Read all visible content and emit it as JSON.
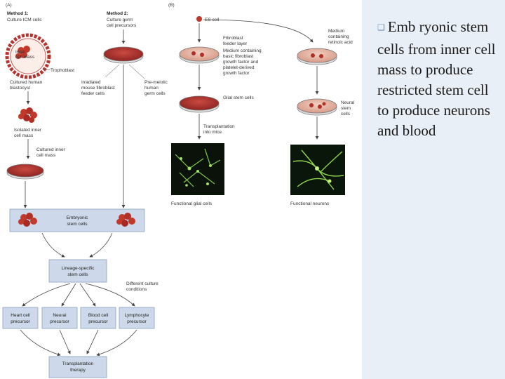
{
  "panels": {
    "a": "(A)",
    "b": "(B)"
  },
  "method1": {
    "title": "Method 1:",
    "sub": "Culture ICM cells"
  },
  "method2": {
    "title": "Method 2:",
    "sub1": "Culture germ",
    "sub2": "cell precursors"
  },
  "left_labels": {
    "inner_mass1": "Inner",
    "inner_mass2": "cell mass",
    "trophoblast": "Trophoblast",
    "cultured1": "Cultured human",
    "cultured2": "blastocyst",
    "isolated1": "Isolated inner",
    "isolated2": "cell mass",
    "cultured_inner1": "Cultured inner",
    "cultured_inner2": "cell mass",
    "irradiated1": "Irradiated",
    "irradiated2": "mouse fibroblast",
    "irradiated3": "feeder cells",
    "premeiotic1": "Pre-meiotic",
    "premeiotic2": "human",
    "premeiotic3": "germ cells"
  },
  "boxes": {
    "embryonic1": "Embryonic",
    "embryonic2": "stem cells",
    "lineage1": "Lineage-specific",
    "lineage2": "stem cells",
    "different1": "Different culture",
    "different2": "conditions",
    "heart1": "Heart cell",
    "heart2": "precursor",
    "neural1": "Neural",
    "neural2": "precursor",
    "blood1": "Blood cell",
    "blood2": "precursor",
    "lymph1": "Lymphocyte",
    "lymph2": "precursor",
    "transplant1": "Transplantation",
    "transplant2": "therapy"
  },
  "right_labels": {
    "es_cell": "ES cell",
    "fibroblast1": "Fibroblast",
    "fibroblast2": "feeder layer",
    "medium1": "Medium containing",
    "medium2": "basic fibroblast",
    "medium3": "growth factor and",
    "medium4": "platelet-derived",
    "medium5": "growth factor",
    "glial": "Glial stem cells",
    "transplantation1": "Transplantation",
    "transplantation2": "into mice",
    "medium_ra1": "Medium",
    "medium_ra2": "containing",
    "medium_ra3": "retinoic acid",
    "neural_stem1": "Neural",
    "neural_stem2": "stem",
    "neural_stem3": "cells",
    "functional_glial": "Functional glial cells",
    "functional_neurons": "Functional neurons"
  },
  "caption": "Emb ryonic stem cells from inner cell mass to produce restricted stem cell to produce neurons and blood",
  "colors": {
    "dish_red": "#b8322e",
    "dish_light": "#e8c0b0",
    "box_fill": "#cdd9ea",
    "sidebar_bg": "#e9eff7"
  }
}
